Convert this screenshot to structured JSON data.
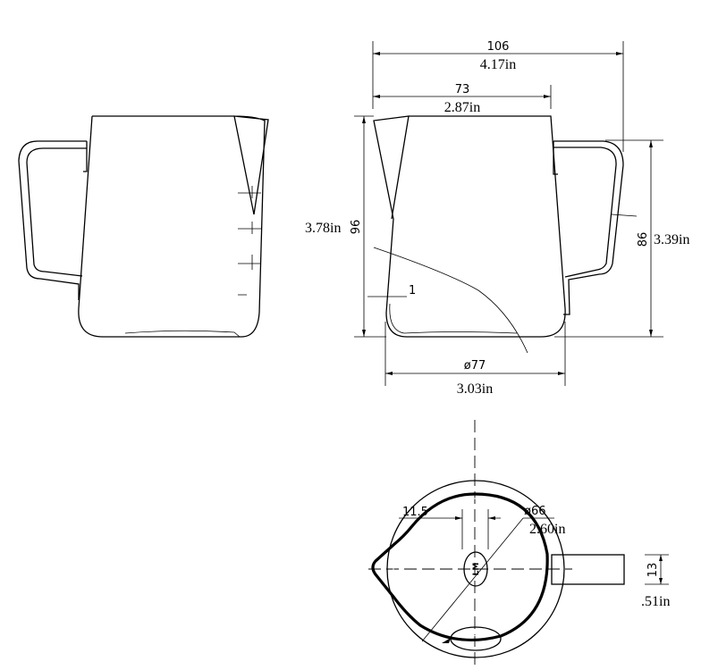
{
  "dimensions": {
    "overall_width_mm": "106",
    "overall_width_in": "4.17in",
    "rim_width_mm": "73",
    "rim_width_in": "2.87in",
    "height_mm": "96",
    "height_in": "3.78in",
    "handle_height_mm": "86",
    "handle_height_in": "3.39in",
    "wall_thickness_mm": "1",
    "base_diameter_mm": "ø77",
    "base_diameter_in": "3.03in",
    "inner_diameter_mm": "ø66",
    "inner_diameter_in": "2.60in",
    "logo_width_mm": "11.5",
    "handle_width_mm": "13",
    "handle_width_in": ".51in"
  },
  "logo": {
    "text": "LM"
  }
}
